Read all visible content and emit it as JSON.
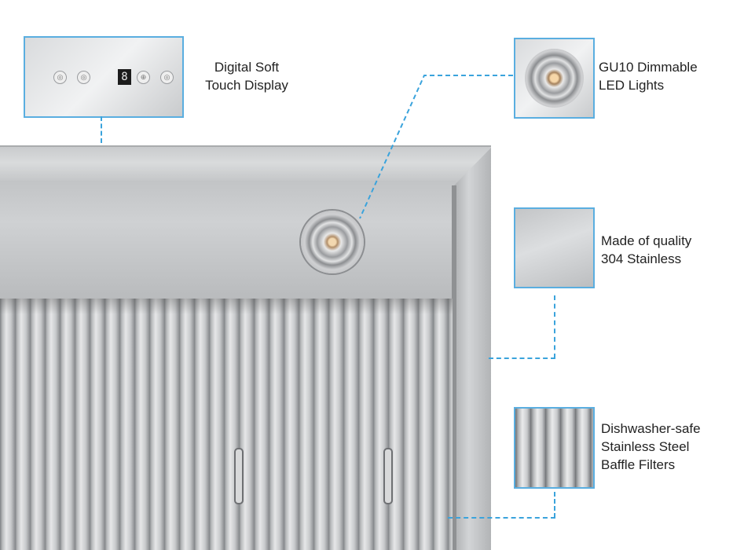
{
  "callouts": [
    {
      "id": "display",
      "lines": [
        "Digital Soft",
        "Touch Display"
      ]
    },
    {
      "id": "led",
      "lines": [
        "GU10 Dimmable",
        "LED Lights"
      ]
    },
    {
      "id": "steel",
      "lines": [
        "Made of quality",
        "304 Stainless"
      ]
    },
    {
      "id": "filters",
      "lines": [
        "Dishwasher-safe",
        "Stainless Steel",
        "Baffle Filters"
      ]
    }
  ],
  "control_panel": {
    "digit": "8",
    "buttons": [
      "fan-icon",
      "minus-icon",
      "plus-icon",
      "light-icon"
    ]
  },
  "colors": {
    "callout_line": "#3aa3dc",
    "box_border": "#5aaee0",
    "label_text": "#222222"
  }
}
